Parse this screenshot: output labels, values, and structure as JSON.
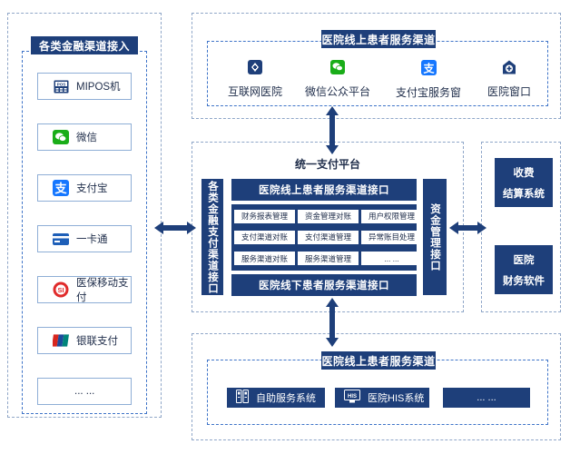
{
  "left_panel": {
    "title": "各类金融渠道接入",
    "items": [
      {
        "label": "MIPOS机",
        "icon": "pos-icon"
      },
      {
        "label": "微信",
        "icon": "wechat-icon"
      },
      {
        "label": "支付宝",
        "icon": "alipay-icon"
      },
      {
        "label": "一卡通",
        "icon": "card-icon"
      },
      {
        "label": "医保移动支付",
        "icon": "medical-insurance-icon"
      },
      {
        "label": "银联支付",
        "icon": "unionpay-icon"
      },
      {
        "label": "... ...",
        "icon": ""
      }
    ]
  },
  "top_panel": {
    "title": "医院线上患者服务渠道",
    "channels": [
      {
        "label": "互联网医院",
        "icon": "internet-hospital-icon"
      },
      {
        "label": "微信公众平台",
        "icon": "wechat-icon"
      },
      {
        "label": "支付宝服务窗",
        "icon": "alipay-icon"
      },
      {
        "label": "医院窗口",
        "icon": "hospital-window-icon"
      }
    ]
  },
  "center_panel": {
    "title": "统一支付平台",
    "left_vertical": "各类金融支付渠道接口",
    "right_vertical": "资金管理接口",
    "top_bar": "医院线上患者服务渠道接口",
    "bottom_bar": "医院线下患者服务渠道接口",
    "grid": [
      [
        "财务报表管理",
        "资金管理对账",
        "用户权限管理"
      ],
      [
        "支付渠道对账",
        "支付渠道管理",
        "异常账目处理"
      ],
      [
        "服务渠道对账",
        "服务渠道管理",
        "... ..."
      ]
    ]
  },
  "right_panel": {
    "boxes": [
      {
        "line1": "收费",
        "line2": "结算系统"
      },
      {
        "line1": "医院",
        "line2": "财务软件"
      }
    ]
  },
  "bottom_panel": {
    "title": "医院线上患者服务渠道",
    "items": [
      {
        "label": "自助服务系统",
        "icon": "kiosk-icon"
      },
      {
        "label": "医院HIS系统",
        "icon": "his-icon"
      },
      {
        "label": "... ...",
        "icon": ""
      }
    ]
  },
  "colors": {
    "navy": "#1e3f7a",
    "dashed_outer": "#8fa6c8",
    "dashed_inner": "#3f74c8",
    "wechat_green": "#1aad19",
    "alipay_blue": "#1677ff"
  }
}
